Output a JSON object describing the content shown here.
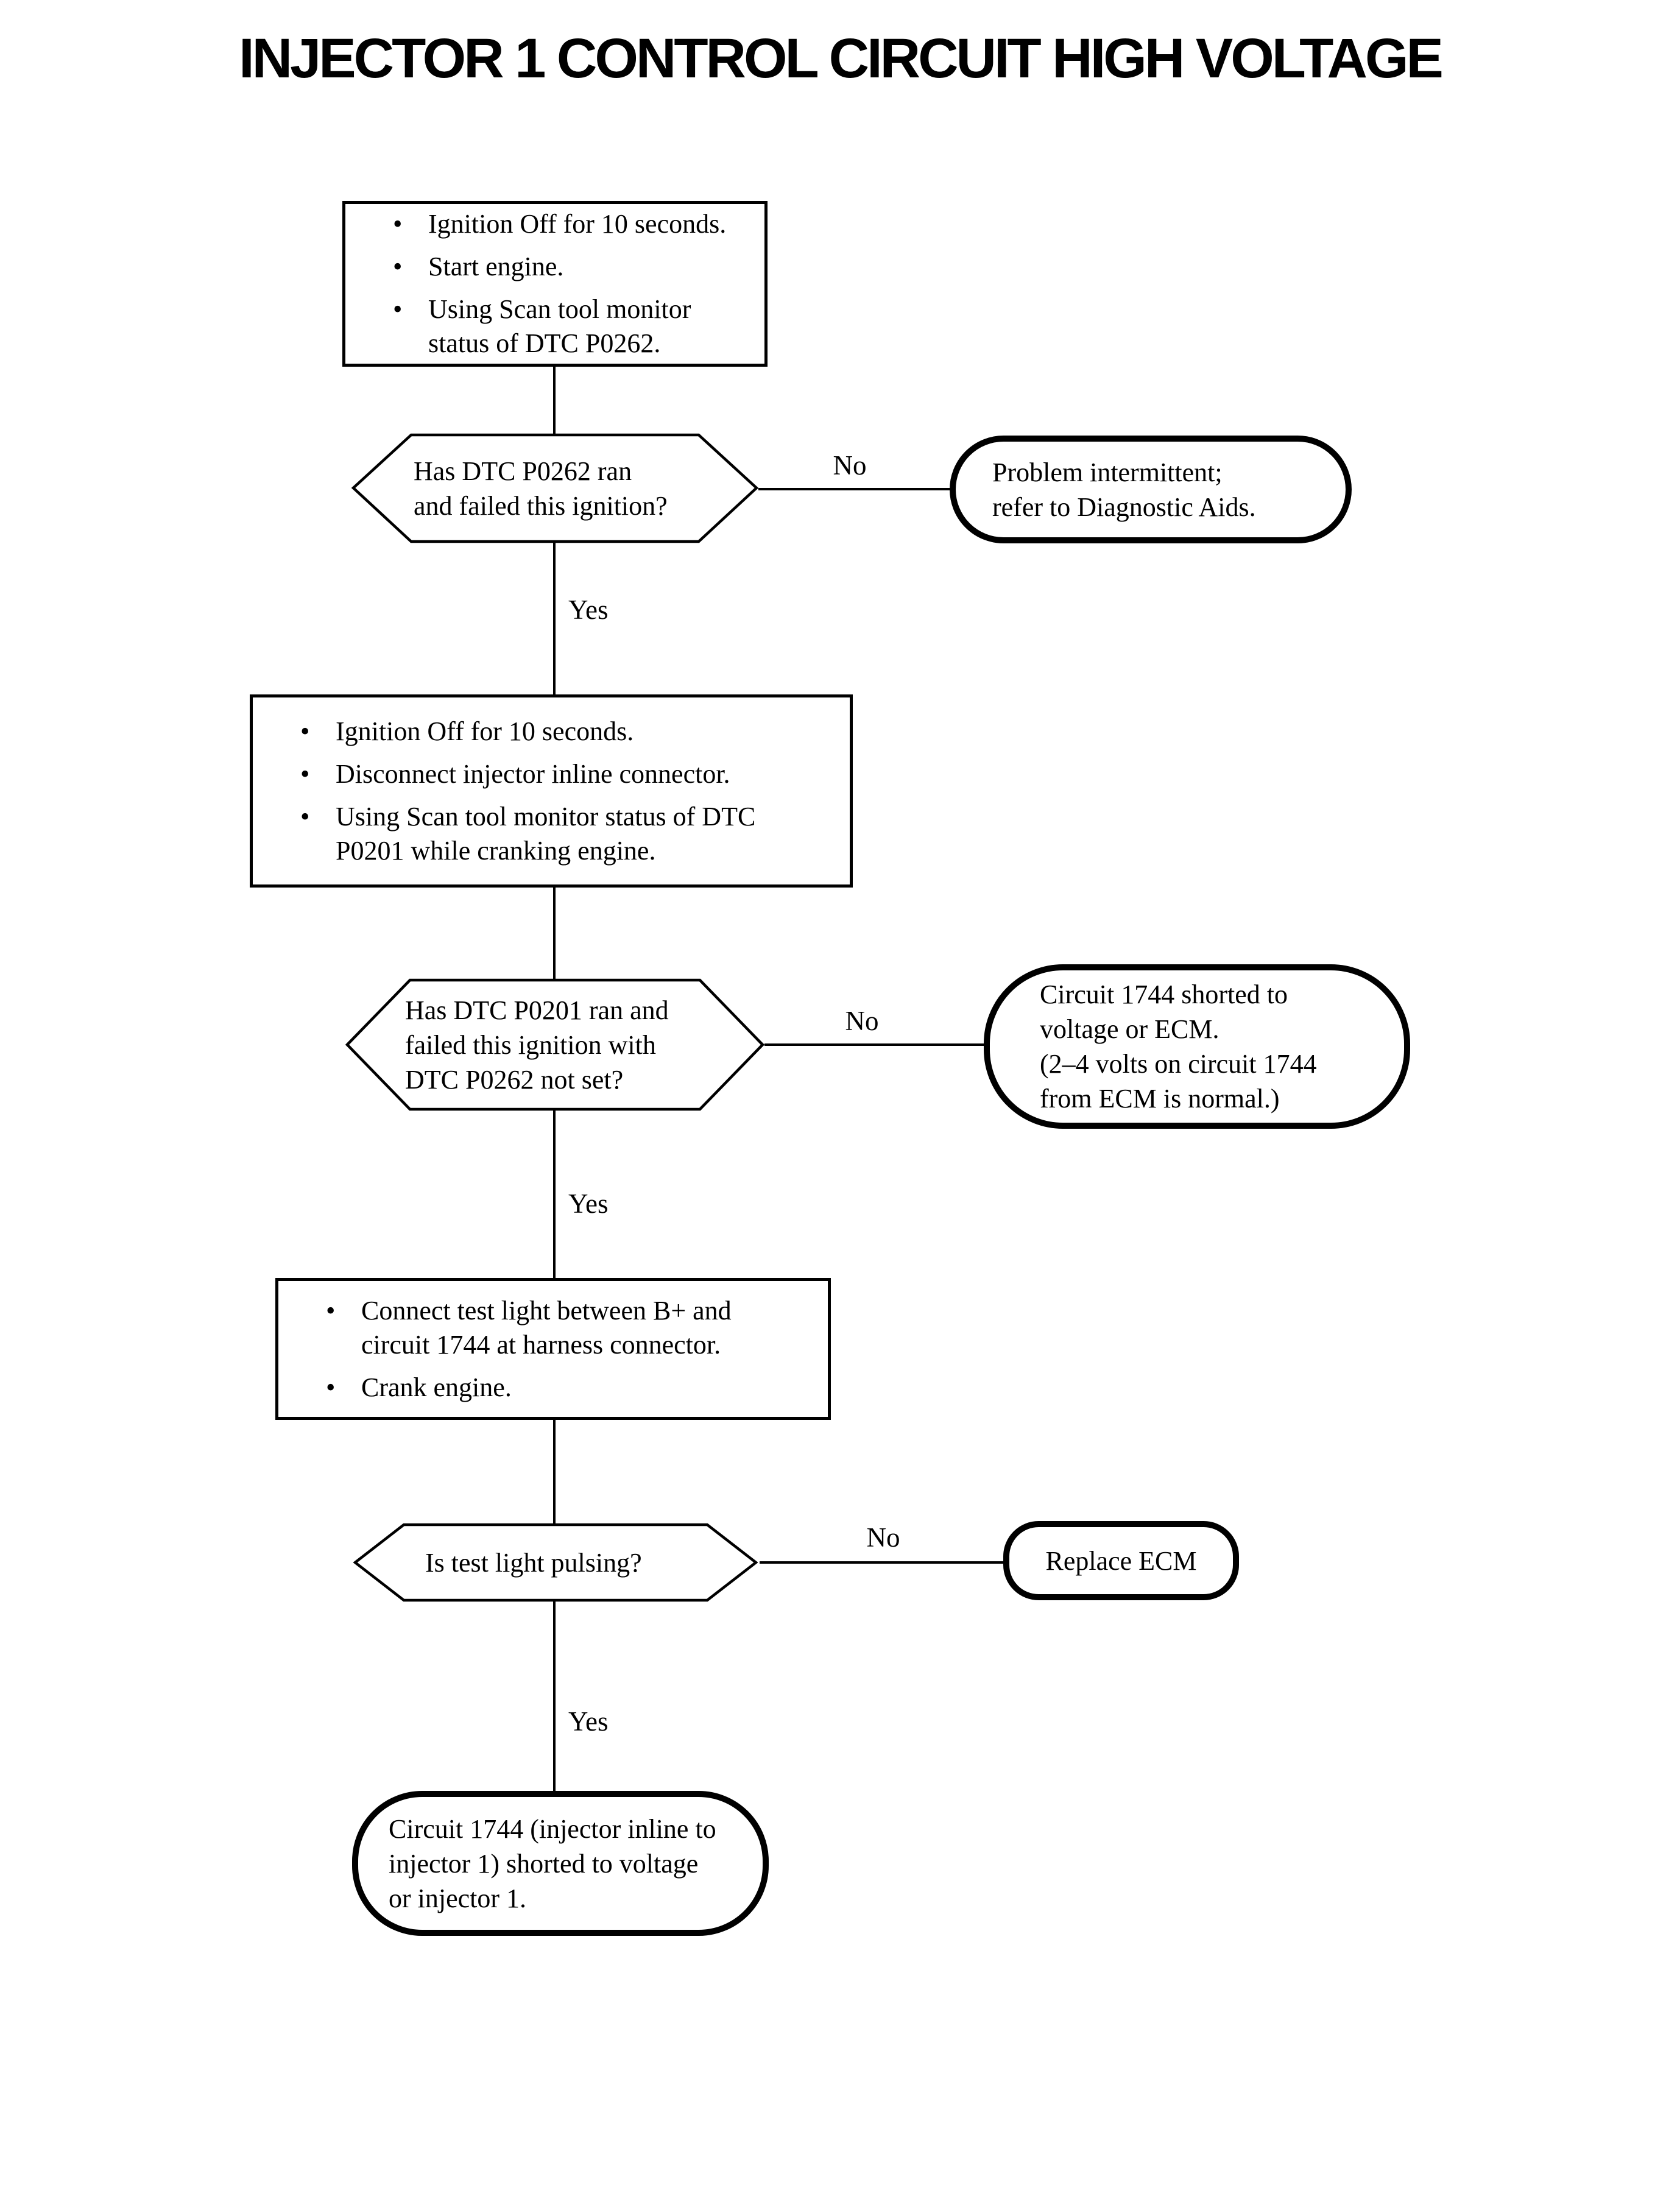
{
  "title": "INJECTOR 1 CONTROL CIRCUIT HIGH VOLTAGE",
  "labels": {
    "yes": "Yes",
    "no": "No",
    "bullet": "•"
  },
  "nodes": {
    "step1": {
      "type": "process",
      "bullets": [
        {
          "lines": [
            "Ignition Off for 10 seconds."
          ]
        },
        {
          "lines": [
            "Start engine."
          ]
        },
        {
          "lines": [
            "Using Scan tool monitor",
            "status of DTC P0262."
          ]
        }
      ]
    },
    "decision1": {
      "type": "decision",
      "lines": [
        "Has DTC P0262 ran",
        "and failed this ignition?"
      ]
    },
    "terminal_problem_intermittent": {
      "type": "terminal",
      "lines": [
        "Problem intermittent;",
        "refer to Diagnostic Aids."
      ]
    },
    "step2": {
      "type": "process",
      "bullets": [
        {
          "lines": [
            "Ignition Off for 10 seconds."
          ]
        },
        {
          "lines": [
            "Disconnect injector inline connector."
          ]
        },
        {
          "lines": [
            "Using Scan tool monitor status of DTC",
            "P0201 while cranking engine."
          ]
        }
      ]
    },
    "decision2": {
      "type": "decision",
      "lines": [
        "Has DTC P0201 ran and",
        "failed this ignition with",
        "DTC P0262 not set?"
      ]
    },
    "terminal_circuit_shorted_ecm": {
      "type": "terminal",
      "lines": [
        "Circuit 1744 shorted to",
        "voltage or ECM.",
        "(2–4 volts on circuit 1744",
        "from ECM is normal.)"
      ]
    },
    "step3": {
      "type": "process",
      "bullets": [
        {
          "lines": [
            "Connect test light between B+ and",
            "circuit 1744 at harness connector."
          ]
        },
        {
          "lines": [
            "Crank engine."
          ]
        }
      ]
    },
    "decision3": {
      "type": "decision",
      "lines": [
        "Is test light pulsing?"
      ]
    },
    "terminal_replace_ecm": {
      "type": "terminal",
      "lines": [
        "Replace ECM"
      ]
    },
    "terminal_circuit_shorted_injector": {
      "type": "terminal",
      "lines": [
        "Circuit 1744 (injector inline to",
        "injector 1) shorted to voltage",
        "or injector 1."
      ]
    }
  },
  "edges": [
    {
      "from": "step1",
      "to": "decision1",
      "label": ""
    },
    {
      "from": "decision1",
      "to": "terminal_problem_intermittent",
      "label": "No"
    },
    {
      "from": "decision1",
      "to": "step2",
      "label": "Yes"
    },
    {
      "from": "step2",
      "to": "decision2",
      "label": ""
    },
    {
      "from": "decision2",
      "to": "terminal_circuit_shorted_ecm",
      "label": "No"
    },
    {
      "from": "decision2",
      "to": "step3",
      "label": "Yes"
    },
    {
      "from": "step3",
      "to": "decision3",
      "label": ""
    },
    {
      "from": "decision3",
      "to": "terminal_replace_ecm",
      "label": "No"
    },
    {
      "from": "decision3",
      "to": "terminal_circuit_shorted_injector",
      "label": "Yes"
    }
  ]
}
